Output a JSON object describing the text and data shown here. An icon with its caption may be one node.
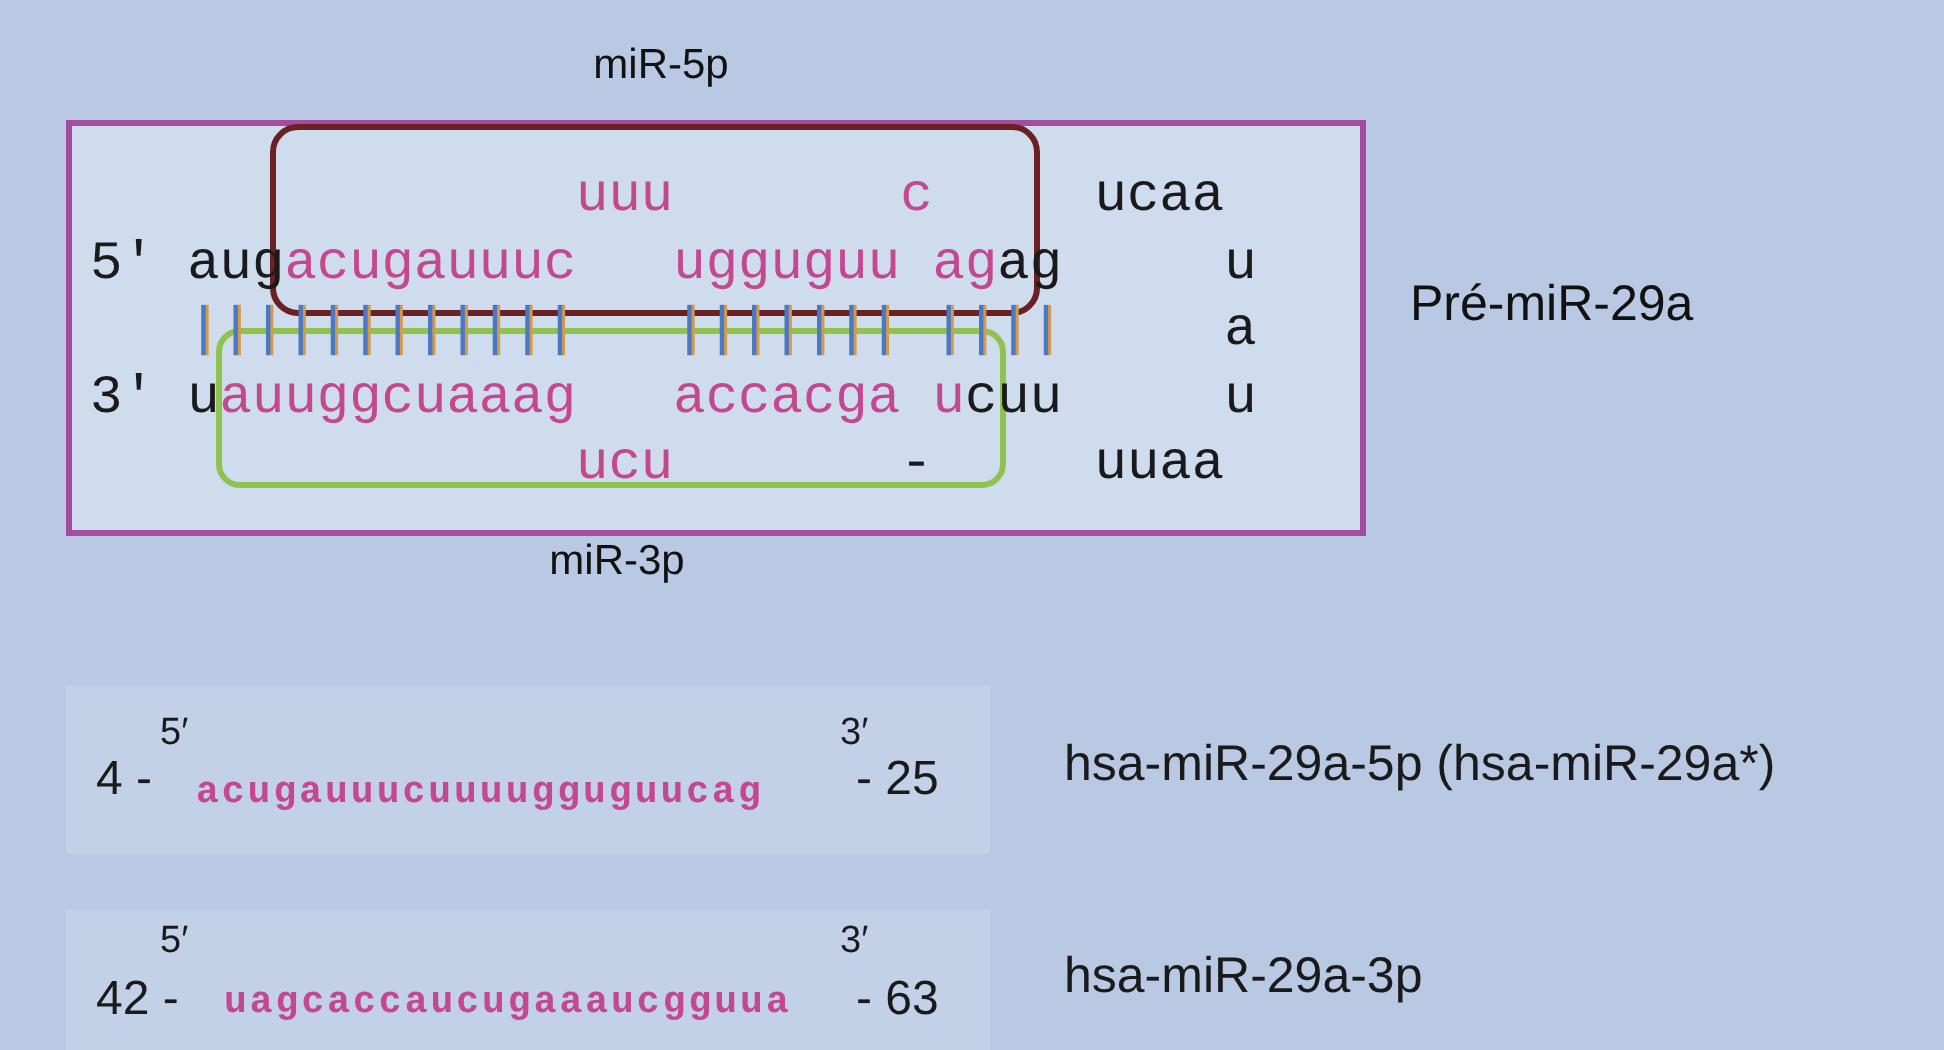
{
  "diagram": {
    "nodes": [
      {
        "text": [],
        "shape": "box",
        "beside": [
          "Pré-miR-29a"
        ]
      },
      {
        "text": [
          "miR-5p"
        ],
        "in": 0
      },
      {
        "text": [
          "miR-3p"
        ],
        "in": 0
      }
    ],
    "labels": [
      "uuu",
      "c",
      "ucaa",
      "5'",
      "aug",
      "acugauuuc",
      "ugguguu",
      "ag",
      "ag",
      "u",
      "||||||||||||",
      "|||||||",
      "||||",
      "a",
      "3'",
      "u",
      "auuggcuaaag",
      "accacga",
      "u",
      "cuu",
      "u",
      "ucu",
      "-",
      "uuaa",
      "4 -",
      "5′",
      "acugauuucuuuugguguucag",
      "3′",
      "- 25",
      "hsa-miR-29a-5p (hsa-miR-29a*)",
      "42 -",
      "5′",
      "uagcaccaucugaaaucgguua",
      "3′",
      "- 63",
      "hsa-miR-29a-3p"
    ]
  }
}
